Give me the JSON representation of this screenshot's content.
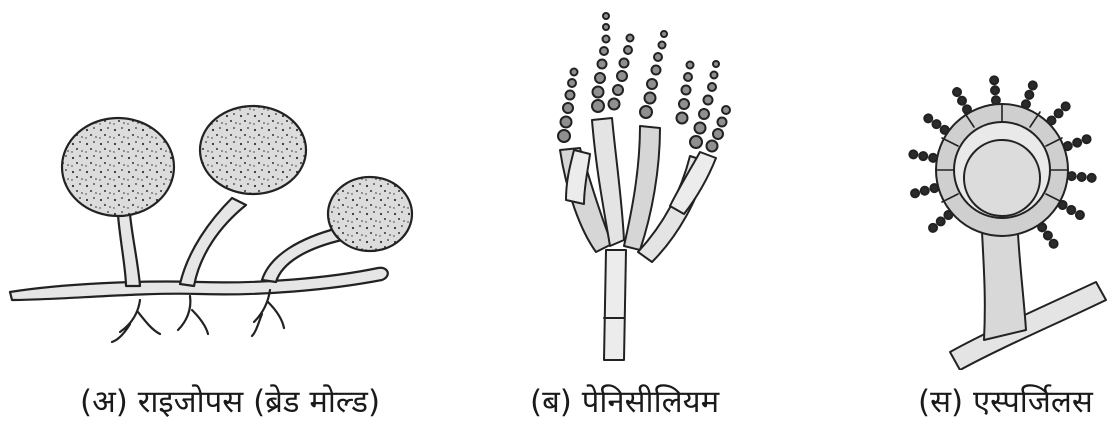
{
  "figures": [
    {
      "id": "rhizopus",
      "caption": "(अ) राइजोपस (ब्रेड मोल्ड)"
    },
    {
      "id": "penicillium",
      "caption": "(ब) पेनिसीलियम"
    },
    {
      "id": "aspergillus",
      "caption": "(स) एस्पर्जिलस"
    }
  ],
  "colors": {
    "stroke": "#222222",
    "fill_light": "#e8e8e8",
    "fill_mid": "#d6d6d6",
    "sporangium": "#d9d9d9"
  }
}
